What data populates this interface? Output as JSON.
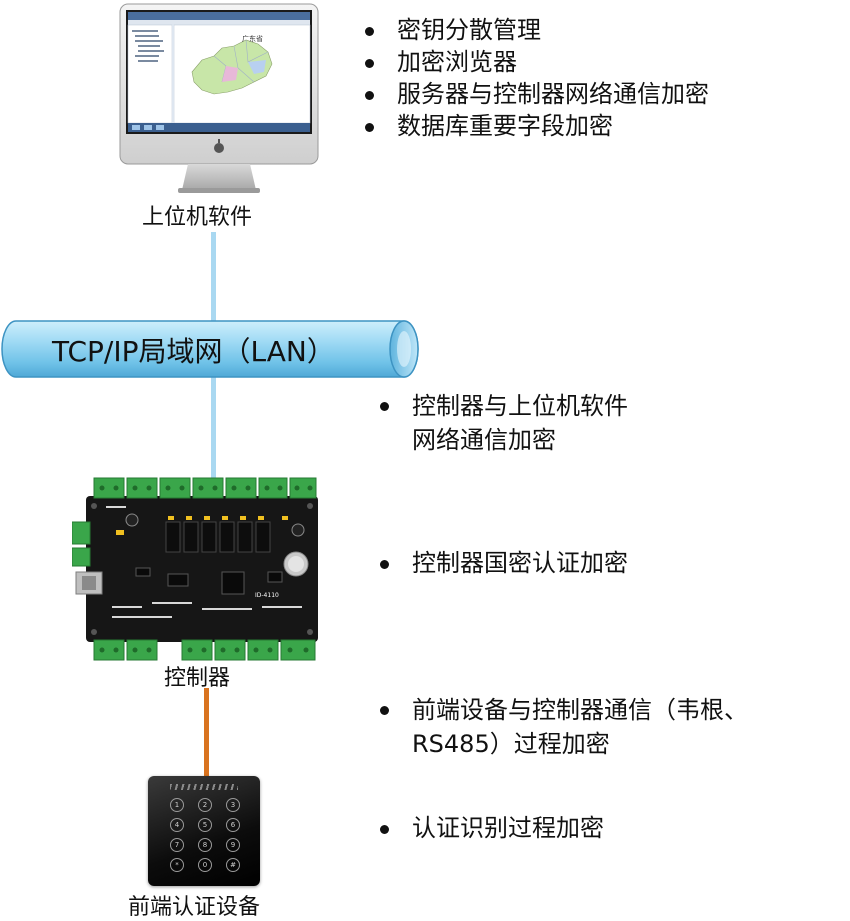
{
  "top": {
    "caption": "上位机软件",
    "bullets": [
      "密钥分散管理",
      "加密浏览器",
      "服务器与控制器网络通信加密",
      "数据库重要字段加密"
    ],
    "screen_map_label": "广东省"
  },
  "lan": {
    "label": "TCP/IP局域网（LAN）"
  },
  "controller": {
    "caption": "控制器",
    "board_id": "ID-4110",
    "bullets": [
      {
        "line1": "控制器与上位机软件",
        "line2": "网络通信加密"
      },
      {
        "line1": "控制器国密认证加密"
      }
    ]
  },
  "frontend": {
    "caption": "前端认证设备",
    "keypad": [
      "1",
      "2",
      "3",
      "4",
      "5",
      "6",
      "7",
      "8",
      "9",
      "*",
      "0",
      "#"
    ],
    "bullets": [
      {
        "line1": "前端设备与控制器通信（韦根、",
        "line2": "RS485）过程加密"
      },
      {
        "line1": "认证识别过程加密"
      }
    ]
  },
  "colors": {
    "lan_pipe": "#8fd0ef",
    "lan_line": "#a9d8f1",
    "wire": "#d9731f",
    "board_green": "#3aa64a",
    "board_black": "#161616"
  }
}
